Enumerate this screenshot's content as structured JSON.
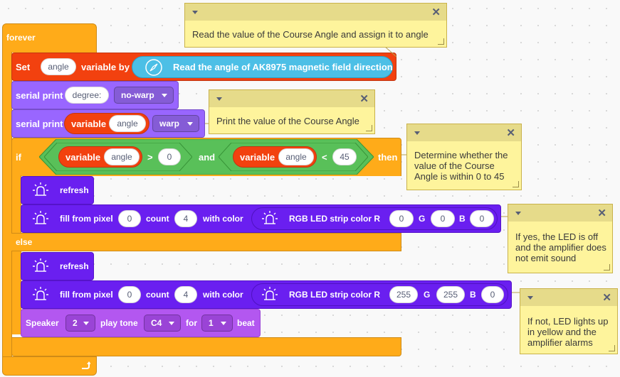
{
  "forever": {
    "label": "forever"
  },
  "set_block": {
    "set": "Set",
    "var": "angle",
    "variable_by": "variable by",
    "reporter": "Read the angle of AK8975 magnetic field direction"
  },
  "serial1": {
    "label": "serial print",
    "value": "degree:",
    "mode": "no-warp"
  },
  "serial2": {
    "label": "serial print",
    "variable": "variable",
    "var": "angle",
    "mode": "warp"
  },
  "if_block": {
    "if": "if",
    "then": "then",
    "else": "else",
    "and": "and",
    "cond1": {
      "variable": "variable",
      "var": "angle",
      "op": ">",
      "value": "0"
    },
    "cond2": {
      "variable": "variable",
      "var": "angle",
      "op": "<",
      "value": "45"
    }
  },
  "refresh1": {
    "label": "refresh"
  },
  "fill1": {
    "fill": "fill from pixel",
    "pixel": "0",
    "count_label": "count",
    "count": "4",
    "with_color": "with color",
    "rgb": "RGB LED strip color R",
    "r": "0",
    "g_label": "G",
    "g": "0",
    "b_label": "B",
    "b": "0"
  },
  "refresh2": {
    "label": "refresh"
  },
  "fill2": {
    "fill": "fill from pixel",
    "pixel": "0",
    "count_label": "count",
    "count": "4",
    "with_color": "with color",
    "rgb": "RGB LED strip color R",
    "r": "255",
    "g_label": "G",
    "g": "255",
    "b_label": "B",
    "b": "0"
  },
  "speaker": {
    "label": "Speaker",
    "port": "2",
    "play_tone": "play tone",
    "tone": "C4",
    "for": "for",
    "beats": "1",
    "beat": "beat"
  },
  "comments": [
    {
      "text": "Read the value of the Course Angle and assign it to angle"
    },
    {
      "text": "Print the value of the Course Angle"
    },
    {
      "text": "Determine whether the value of the Course Angle is within 0 to 45"
    },
    {
      "text": "If yes, the LED is off and the amplifier does not emit sound"
    },
    {
      "text": "If not, LED lights up in yellow and the amplifier alarms"
    }
  ],
  "colors": {
    "control": "#ffab19",
    "variables": "#f2410f",
    "serial": "#9966ff",
    "operators": "#59c059",
    "led": "#6a1ff0",
    "speaker": "#b357f0",
    "sensor": "#4cbfe6",
    "comment": "#fef49c"
  }
}
